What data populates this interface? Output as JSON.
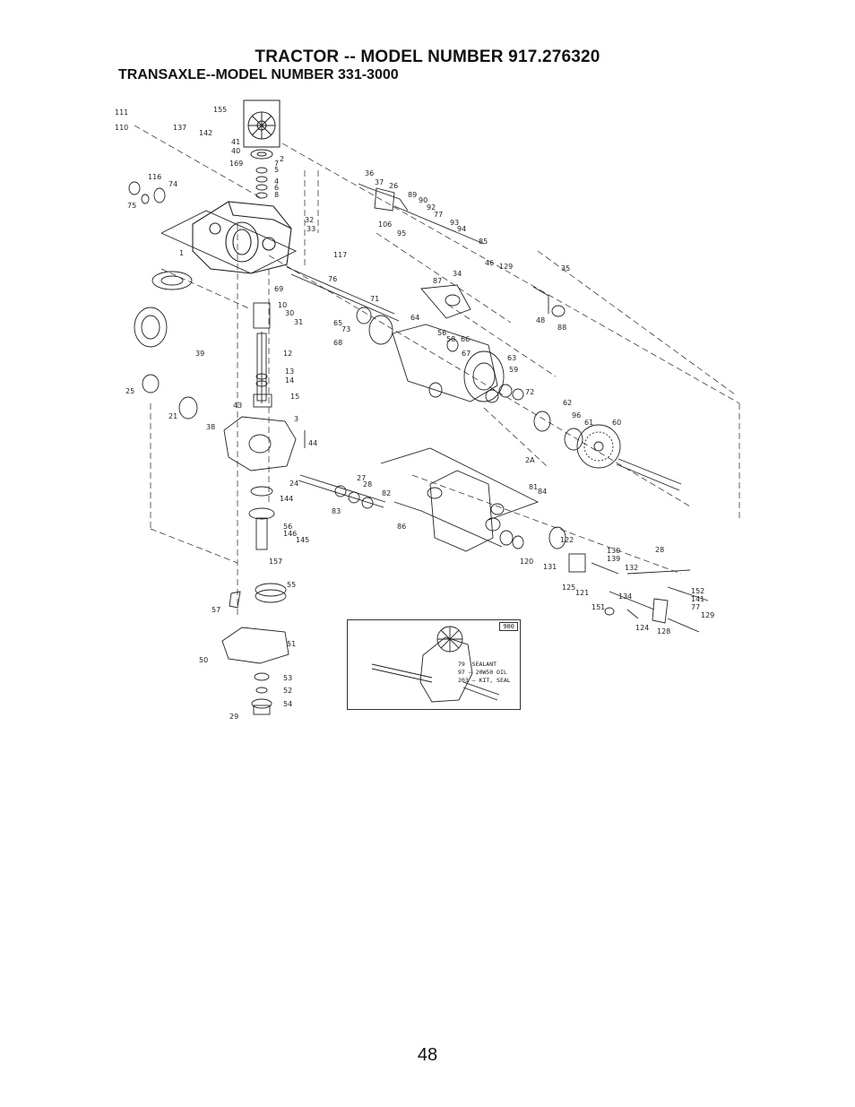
{
  "header": {
    "title": "TRACTOR -- MODEL NUMBER 917.276320",
    "subtitle": "TRANSAXLE--MODEL NUMBER 331-3000"
  },
  "inset": {
    "code": "900",
    "notes": [
      "79  SEALANT",
      "97 — 20W50 OIL",
      "203 — KIT, SEAL"
    ]
  },
  "page_number": "48",
  "callouts": [
    "111",
    "110",
    "155",
    "137",
    "142",
    "41",
    "40",
    "169",
    "116",
    "74",
    "75",
    "1",
    "2",
    "3",
    "4",
    "5",
    "6",
    "7",
    "8",
    "32",
    "33",
    "117",
    "69",
    "36",
    "37",
    "26",
    "89",
    "90",
    "92",
    "77",
    "93",
    "94",
    "95",
    "85",
    "106",
    "46",
    "34",
    "87",
    "129",
    "35",
    "48",
    "88",
    "76",
    "71",
    "10",
    "30",
    "31",
    "65",
    "73",
    "68",
    "64",
    "56",
    "58",
    "66",
    "67",
    "63",
    "59",
    "12",
    "13",
    "14",
    "15",
    "39",
    "25",
    "21",
    "43",
    "38",
    "44",
    "72",
    "62",
    "96",
    "61",
    "60",
    "24",
    "27",
    "28",
    "82",
    "83",
    "2A",
    "81",
    "84",
    "86",
    "144",
    "56",
    "146",
    "145",
    "157",
    "55",
    "57",
    "51",
    "50",
    "53",
    "52",
    "54",
    "29",
    "122",
    "130",
    "139",
    "28",
    "132",
    "120",
    "131",
    "125",
    "121",
    "134",
    "151",
    "152",
    "141",
    "77",
    "129",
    "124",
    "128"
  ]
}
